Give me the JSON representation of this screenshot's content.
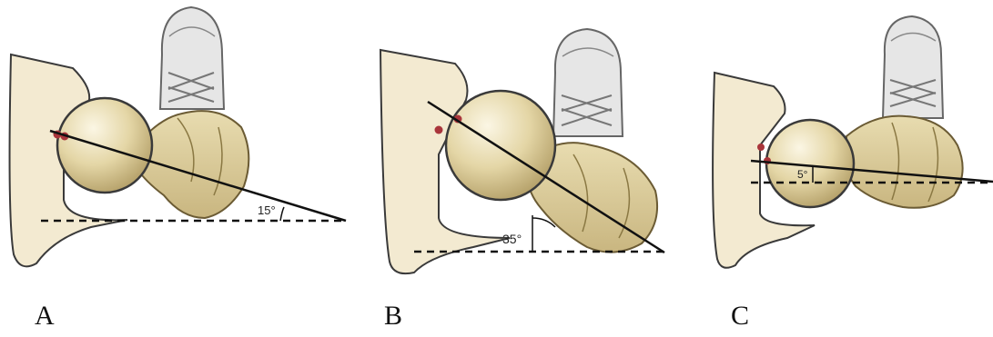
{
  "panels": [
    {
      "caption": "A",
      "angle_label": "15°"
    },
    {
      "caption": "B",
      "angle_label": "35°"
    },
    {
      "caption": "C",
      "angle_label": "5°"
    }
  ],
  "colors": {
    "bone": "#f3ead1",
    "bone_outline": "#3a3a3a",
    "femur": "#ddd0a0",
    "femur_shade": "#b9a671",
    "marker": "#a9353b",
    "shoe": "#e6e6e6",
    "line": "#111111"
  },
  "icons": [
    "pelvis-outline",
    "femoral-head",
    "femur-shaft",
    "sneaker",
    "landmark-dot"
  ]
}
